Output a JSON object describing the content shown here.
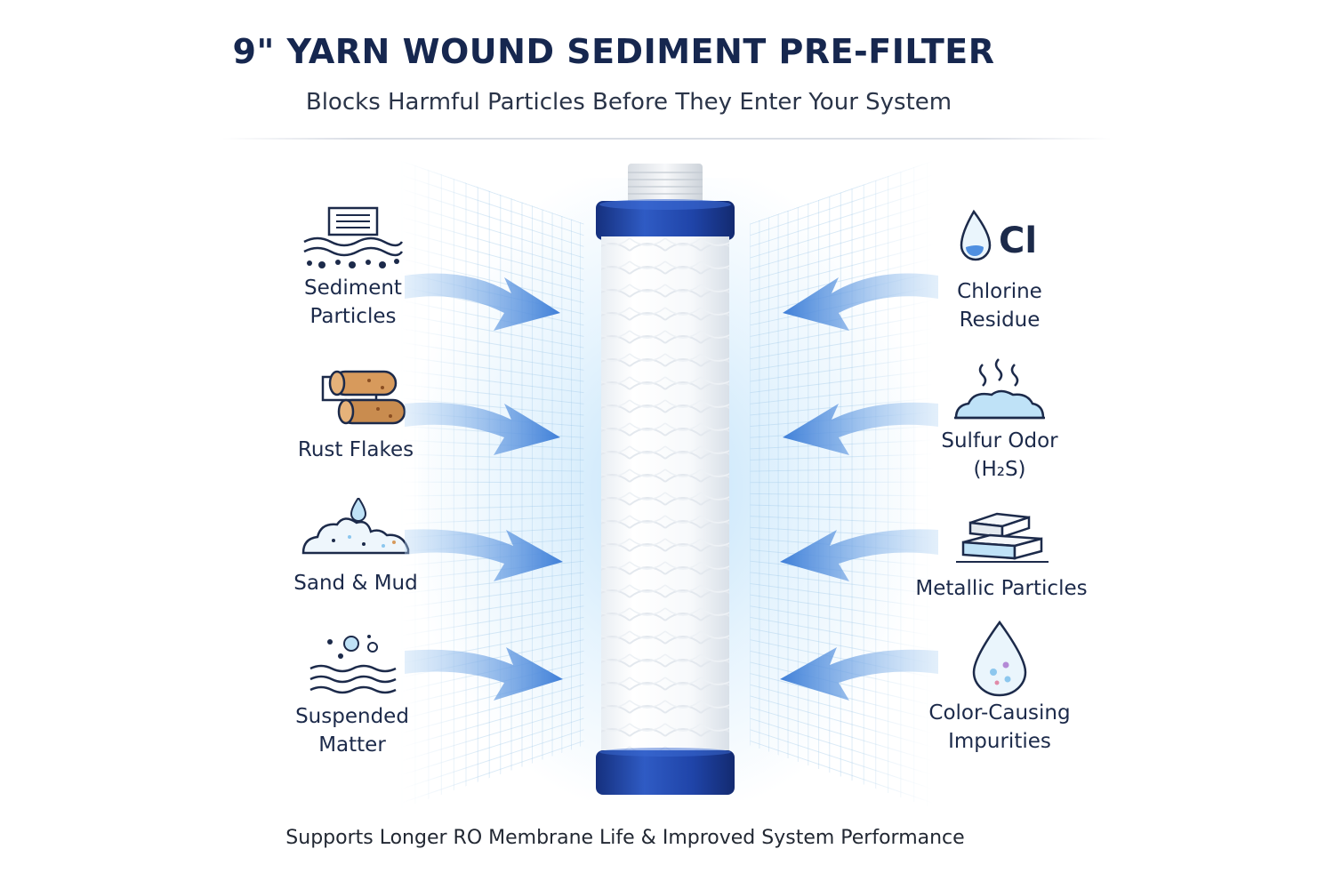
{
  "title": "9\" YARN WOUND SEDIMENT PRE-FILTER",
  "subtitle": "Blocks Harmful Particles Before They Enter Your System",
  "left_features": [
    {
      "label": "Sediment\nParticles",
      "icon": "sediment-icon"
    },
    {
      "label": "Rust Flakes",
      "icon": "rust-icon"
    },
    {
      "label": "Sand & Mud",
      "icon": "sand-mud-icon"
    },
    {
      "label": "Suspended\nMatter",
      "icon": "suspended-matter-icon"
    }
  ],
  "right_features": [
    {
      "label": "Chlorine\nResidue",
      "icon": "chlorine-icon",
      "icon_text": "Cl"
    },
    {
      "label": "Sulfur Odor\n(H₂S)",
      "icon": "sulfur-odor-icon"
    },
    {
      "label": "Metallic Particles",
      "icon": "metallic-particles-icon"
    },
    {
      "label": "Color-Causing\nImpurities",
      "icon": "water-drop-icon"
    }
  ],
  "footer": "Supports Longer RO Membrane Life & Improved System Performance",
  "colors": {
    "title": "#16274f",
    "cap_blue": "#1f44a8",
    "arrow_blue": "#4f8fe0",
    "icon_dark": "#1c2a4a",
    "icon_light_blue": "#8cc7ee"
  }
}
